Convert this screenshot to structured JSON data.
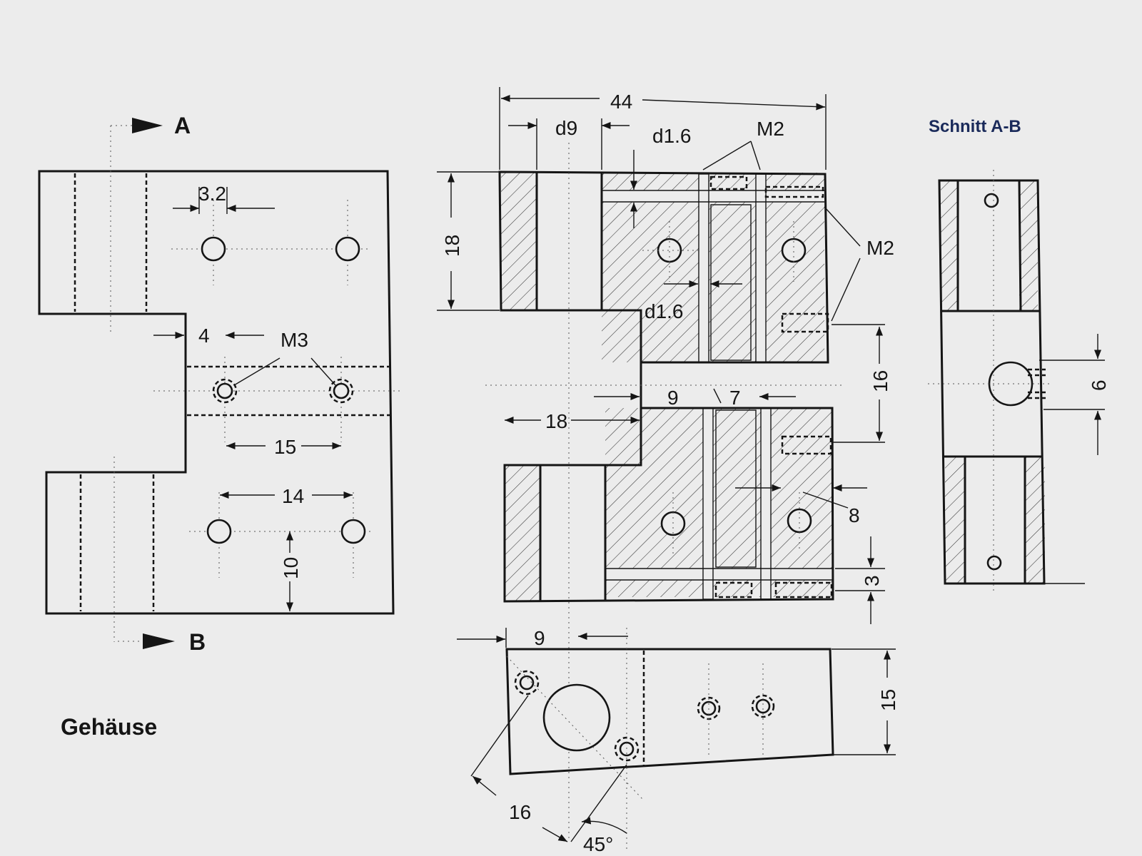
{
  "drawing": {
    "title": "Gehäuse",
    "section_title": "Schnitt A-B",
    "section_marks": {
      "a": "A",
      "b": "B"
    },
    "labels": {
      "m3": "M3",
      "m2_top": "M2",
      "m2_right": "M2",
      "d1_6_top": "d1.6",
      "d1_6_mid": "d1.6",
      "d9": "d9"
    },
    "dimensions": {
      "d44": "44",
      "d18_vert": "18",
      "d18_horiz": "18",
      "d16_vert": "16",
      "d16_angle": "16",
      "d3_2": "3.2",
      "d4": "4",
      "d15_left": "15",
      "d14": "14",
      "d10": "10",
      "d9_mid": "9",
      "d7": "7",
      "d8": "8",
      "d3": "3",
      "d9_bottom": "9",
      "d15_right": "15",
      "d6": "6",
      "angle45": "45°"
    }
  },
  "colors": {
    "ink": "#151515",
    "paper": "#ececec",
    "section_title": "#1a2a5a"
  }
}
